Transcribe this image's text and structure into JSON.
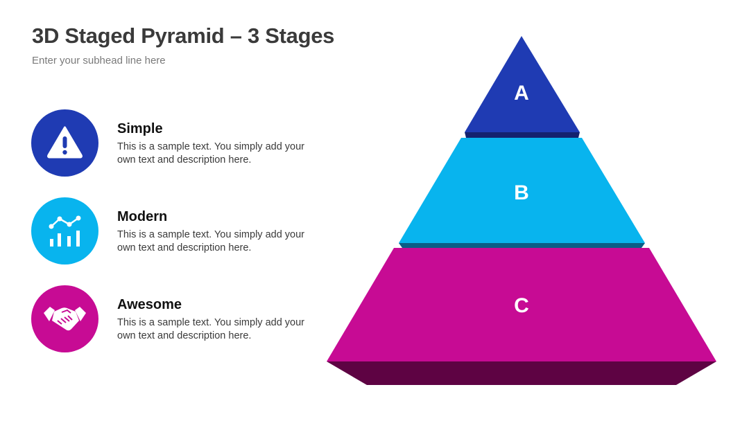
{
  "header": {
    "title": "3D Staged Pyramid – 3 Stages",
    "subtitle": "Enter your subhead line here"
  },
  "items": [
    {
      "heading": "Simple",
      "description": "This is a sample text. You simply add your own text and description here.",
      "icon": "warning-icon",
      "color": "#1f3bb3"
    },
    {
      "heading": "Modern",
      "description": "This is a sample text. You simply add your own text and description here.",
      "icon": "analytics-chart-icon",
      "color": "#08b4ee"
    },
    {
      "heading": "Awesome",
      "description": "This is a sample text. You simply add your own text and description here.",
      "icon": "handshake-icon",
      "color": "#c70b94"
    }
  ],
  "pyramid": {
    "stages": [
      {
        "label": "A",
        "color": "#1f3bb3",
        "shade": "#14226e"
      },
      {
        "label": "B",
        "color": "#08b4ee",
        "shade": "#0a5d86"
      },
      {
        "label": "C",
        "color": "#c70b94",
        "shade": "#5e0343"
      }
    ]
  }
}
